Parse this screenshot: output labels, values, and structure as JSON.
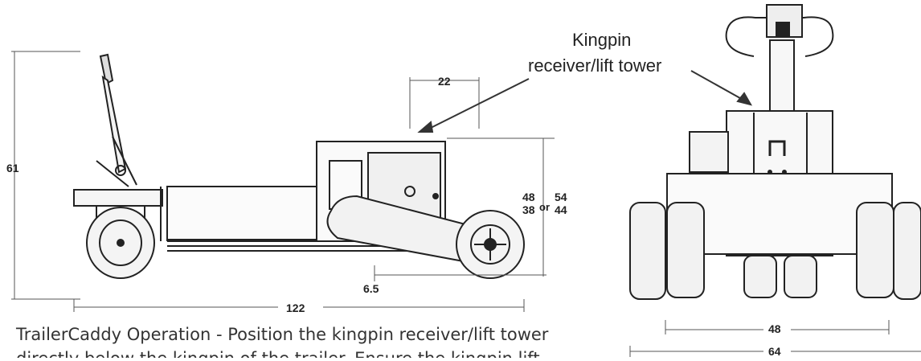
{
  "side_view": {
    "dim_height": "61",
    "dim_top_width": "22",
    "dim_right_upper": "48",
    "dim_right_lower": "38",
    "dim_or": "or",
    "dim_right_upper_alt": "54",
    "dim_right_lower_alt": "44",
    "dim_ground_clearance": "6.5",
    "dim_length": "122"
  },
  "front_view": {
    "callout_line1": "Kingpin",
    "callout_line2": "receiver/lift tower",
    "dim_inner_width": "48",
    "dim_outer_width": "64"
  },
  "caption": {
    "line1": "TrailerCaddy Operation - Position the kingpin receiver/lift tower",
    "line2": "directly below the kingpin of the trailer. Ensure the kingpin lift"
  },
  "colors": {
    "ink": "#222222",
    "dim_line": "#555555",
    "shade": "#e9e9e9"
  }
}
